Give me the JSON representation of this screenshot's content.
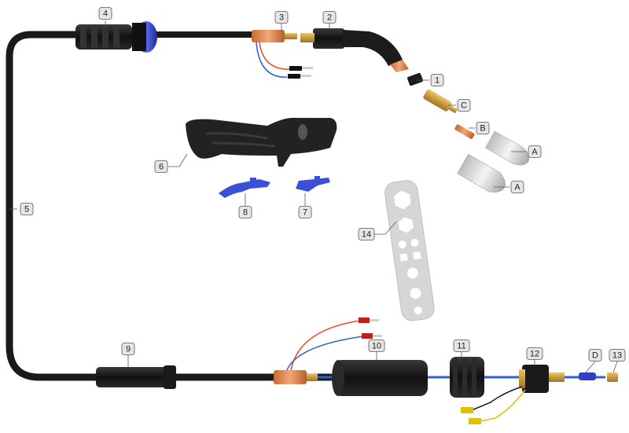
{
  "callouts": [
    {
      "id": "1",
      "text": "1"
    },
    {
      "id": "2",
      "text": "2"
    },
    {
      "id": "3",
      "text": "3"
    },
    {
      "id": "4",
      "text": "4"
    },
    {
      "id": "5",
      "text": "5"
    },
    {
      "id": "6",
      "text": "6"
    },
    {
      "id": "7",
      "text": "7"
    },
    {
      "id": "8",
      "text": "8"
    },
    {
      "id": "9",
      "text": "9"
    },
    {
      "id": "10",
      "text": "10"
    },
    {
      "id": "11",
      "text": "11"
    },
    {
      "id": "12",
      "text": "12"
    },
    {
      "id": "13",
      "text": "13"
    },
    {
      "id": "14",
      "text": "14"
    },
    {
      "id": "A1",
      "text": "A"
    },
    {
      "id": "A2",
      "text": "A"
    },
    {
      "id": "B",
      "text": "B"
    },
    {
      "id": "C",
      "text": "C"
    },
    {
      "id": "D",
      "text": "D"
    }
  ],
  "colors": {
    "cable": "#1a1a1a",
    "accent_blue": "#2f3fc9",
    "copper": "#d9804a",
    "brass": "#c9a24a",
    "silver": "#cfcfcf",
    "callout_fill": "#e6e6e6",
    "leader": "#555555",
    "wire_red": "#e0522a",
    "wire_blue": "#2f5fd9"
  }
}
